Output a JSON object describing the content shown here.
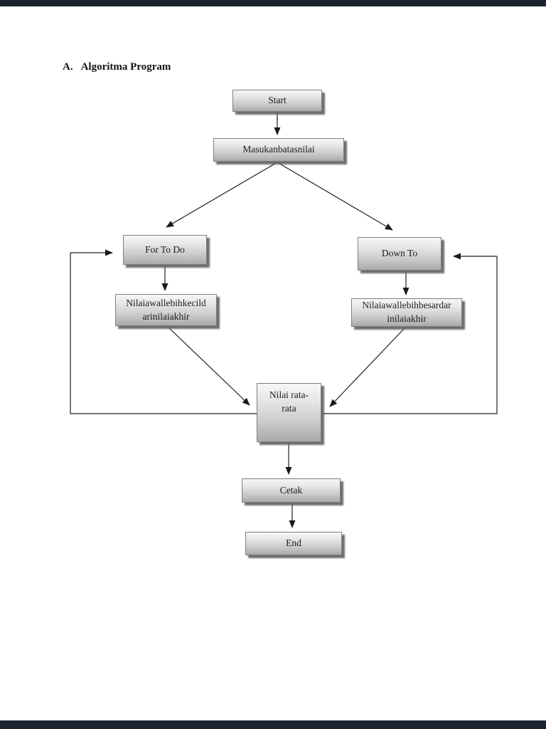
{
  "page": {
    "title_marker": "A.",
    "title": "Algoritma Program"
  },
  "flowchart": {
    "nodes": {
      "start": {
        "label": "Start"
      },
      "input": {
        "label": "Masukanbatasnilai"
      },
      "for_to_do": {
        "label": "For To Do"
      },
      "down_to": {
        "label": "Down To"
      },
      "kecil": {
        "label": "Nilaiawallebihkecild\narinilaiakhir"
      },
      "besar": {
        "label": "Nilaiawallebihbesardar\ninilaiakhir"
      },
      "rata": {
        "label": "Nilai rata-\nrata"
      },
      "cetak": {
        "label": "Cetak"
      },
      "end": {
        "label": "End"
      }
    },
    "colors": {
      "box_fill_top": "#f7f7f7",
      "box_fill_bottom": "#a9a9a9",
      "box_border": "#7f7f7f",
      "box_shadow": "#626262",
      "arrow": "#1a1a1a",
      "page_edge_bar": "#1a232e"
    }
  }
}
